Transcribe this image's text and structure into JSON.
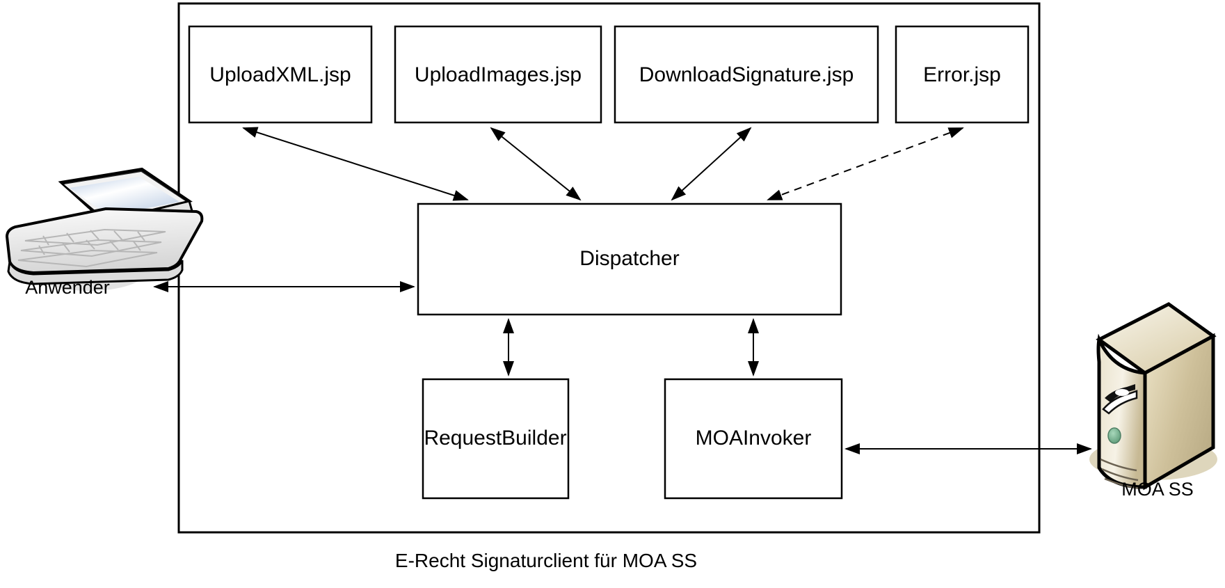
{
  "diagram": {
    "caption": "E-Recht Signaturclient für MOA SS",
    "container": {
      "name": "E-Recht Signaturclient",
      "stroke_color": "#000000",
      "fill_color": "#ffffff"
    },
    "jsp_boxes": [
      {
        "label": "UploadXML.jsp"
      },
      {
        "label": "UploadImages.jsp"
      },
      {
        "label": "DownloadSignature.jsp"
      },
      {
        "label": "Error.jsp"
      }
    ],
    "core_boxes": [
      {
        "label": "Dispatcher"
      },
      {
        "label": "RequestBuilder"
      },
      {
        "label": "MOAInvoker"
      }
    ],
    "actors": [
      {
        "label": "Anwender",
        "icon": "laptop-icon"
      },
      {
        "label": "MOA SS",
        "icon": "server-icon"
      }
    ],
    "connections": [
      {
        "from": "Anwender",
        "to": "Dispatcher",
        "style": "solid",
        "arrows": "both"
      },
      {
        "from": "UploadXML.jsp",
        "to": "Dispatcher",
        "style": "solid",
        "arrows": "both"
      },
      {
        "from": "UploadImages.jsp",
        "to": "Dispatcher",
        "style": "solid",
        "arrows": "both"
      },
      {
        "from": "DownloadSignature.jsp",
        "to": "Dispatcher",
        "style": "solid",
        "arrows": "both"
      },
      {
        "from": "Error.jsp",
        "to": "Dispatcher",
        "style": "dashed",
        "arrows": "both"
      },
      {
        "from": "Dispatcher",
        "to": "RequestBuilder",
        "style": "solid",
        "arrows": "both"
      },
      {
        "from": "Dispatcher",
        "to": "MOAInvoker",
        "style": "solid",
        "arrows": "both"
      },
      {
        "from": "MOAInvoker",
        "to": "MOA SS",
        "style": "solid",
        "arrows": "both"
      }
    ],
    "colors": {
      "line": "#000000",
      "box_fill": "#ffffff",
      "page_background": "#ffffff",
      "server_body": "#cfc29a",
      "server_highlight": "#f4f0e0",
      "server_led": "#76b08a",
      "laptop_screen": "#ccd9ec",
      "laptop_body": "#eeeeee",
      "shadow": "#e0e0e0"
    }
  }
}
